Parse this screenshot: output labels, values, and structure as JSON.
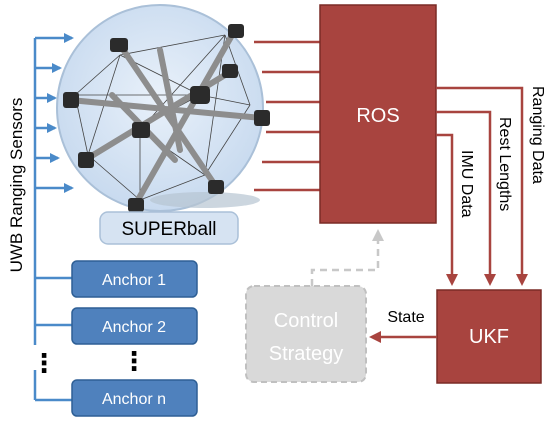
{
  "labels": {
    "superball": "SUPERball",
    "ros": "ROS",
    "ukf": "UKF",
    "control_line1": "Control",
    "control_line2": "Strategy",
    "uwb_sensors": "UWB Ranging Sensors",
    "ranging_data": "Ranging Data",
    "rest_lengths": "Rest Lengths",
    "imu_data": "IMU Data",
    "state": "State",
    "dots": "⋮"
  },
  "anchors": [
    {
      "label": "Anchor 1"
    },
    {
      "label": "Anchor 2"
    },
    {
      "label": "Anchor n"
    }
  ],
  "colors": {
    "ros_fill": "#a8443f",
    "ros_stroke": "#7a2b27",
    "sensor_blue": "#4a8ac9",
    "anchor_fill": "#4f81bd",
    "anchor_stroke": "#2e5f95",
    "superball_fill": "#cfdff0",
    "superball_stroke": "#aac0d8",
    "control_fill": "#d9d9d9",
    "control_text": "#ffffff",
    "dashed": "#c8c8c8"
  }
}
